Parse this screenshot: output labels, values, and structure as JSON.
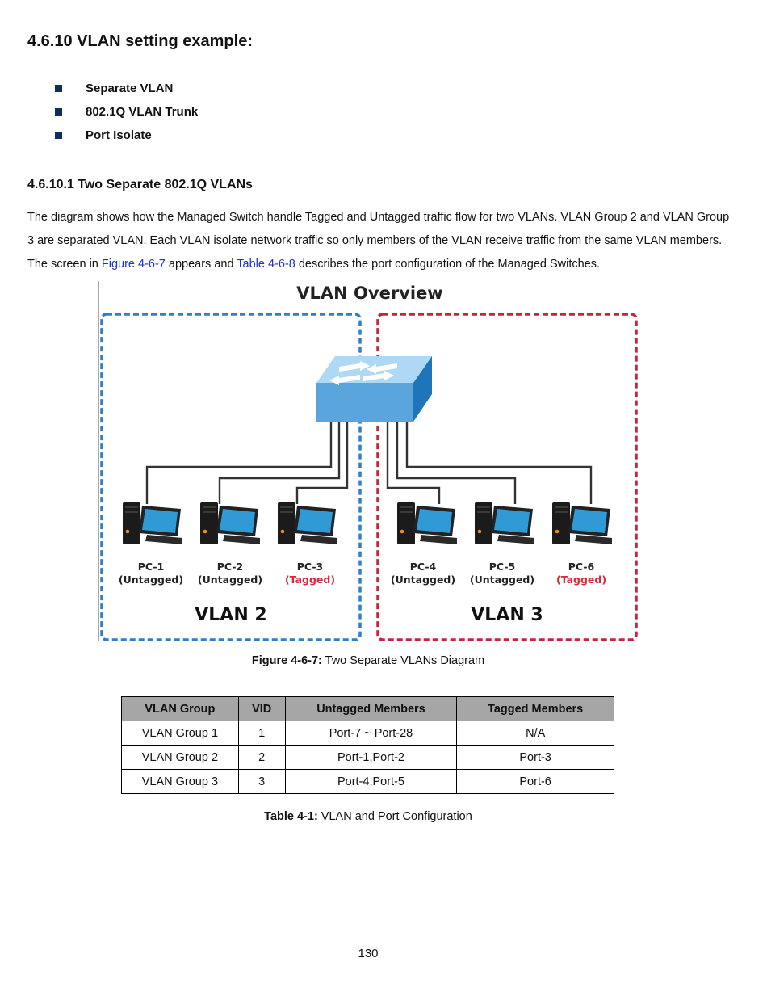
{
  "section": {
    "title": "4.6.10 VLAN setting example:"
  },
  "bullets": [
    {
      "label": "Separate VLAN"
    },
    {
      "label": "802.1Q VLAN Trunk"
    },
    {
      "label": "Port Isolate"
    }
  ],
  "subsection": {
    "title": "4.6.10.1 Two Separate 802.1Q VLANs",
    "para_text1": "The diagram shows how the Managed Switch handle Tagged and Untagged traffic flow for two VLANs. VLAN Group 2 and VLAN Group 3 are separated VLAN. Each VLAN isolate network traffic so only members of the VLAN receive traffic from the same VLAN members. The screen in ",
    "link1": "Figure 4-6-7",
    "para_text2": " appears and ",
    "link2": "Table 4-6-8",
    "para_text3": " describes the port configuration of the Managed Switches."
  },
  "diagram": {
    "title": "VLAN Overview",
    "vlan_left_label": "VLAN 2",
    "vlan_right_label": "VLAN 3",
    "pcs": [
      {
        "name": "PC-1",
        "mode": "(Untagged)"
      },
      {
        "name": "PC-2",
        "mode": "(Untagged)"
      },
      {
        "name": "PC-3",
        "mode": "(Tagged)"
      },
      {
        "name": "PC-4",
        "mode": "(Untagged)"
      },
      {
        "name": "PC-5",
        "mode": "(Untagged)"
      },
      {
        "name": "PC-6",
        "mode": "(Tagged)"
      }
    ],
    "colors": {
      "vlan2": "#2f7fc4",
      "vlan3": "#c8233d",
      "tagged": "#d42a3c",
      "switch": "#5aa6dc"
    }
  },
  "figure_caption": {
    "label": "Figure 4-6-7:",
    "text": " Two Separate VLANs Diagram"
  },
  "table": {
    "headers": [
      "VLAN Group",
      "VID",
      "Untagged Members",
      "Tagged Members"
    ],
    "rows": [
      [
        "VLAN Group 1",
        "1",
        "Port-7 ~ Port-28",
        "N/A"
      ],
      [
        "VLAN Group 2",
        "2",
        "Port-1,Port-2",
        "Port-3"
      ],
      [
        "VLAN Group 3",
        "3",
        "Port-4,Port-5",
        "Port-6"
      ]
    ]
  },
  "table_caption": {
    "label": "Table 4-1:",
    "text": " VLAN and Port Configuration"
  },
  "page_number": "130"
}
